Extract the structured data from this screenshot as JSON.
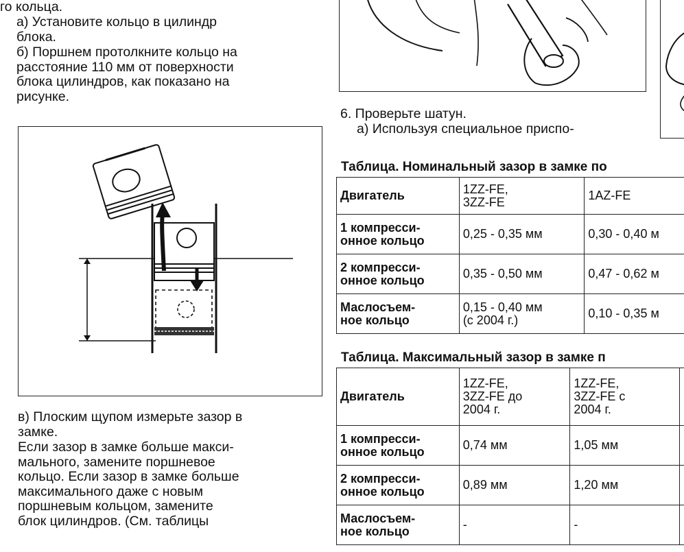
{
  "left_col": {
    "top_fragment": "го кольца.",
    "step_a": [
      "а) Установите кольцо в цилиндр",
      "блока."
    ],
    "step_b": [
      "б) Поршнем протолкните кольцо на",
      "расстояние 110 мм от поверхности",
      "блока цилиндров, как показано на",
      "рисунке."
    ],
    "step_v": [
      "в) Плоским щупом измерьте зазор в",
      "замке."
    ],
    "note": [
      "Если зазор в замке больше макси-",
      "мального, замените поршневое",
      "кольцо. Если зазор в замке больше",
      "максимального даже с новым",
      "поршневым кольцом, замените",
      "блок цилиндров. (См. таблицы"
    ]
  },
  "right_col": {
    "step6": "6. Проверьте шатун.",
    "step6a": "а) Используя специальное приспо-"
  },
  "table1": {
    "caption": "Таблица. Номинальный зазор в замке по",
    "header": {
      "label": "Двигатель",
      "c1": [
        "1ZZ-FE,",
        "3ZZ-FE"
      ],
      "c2": "1AZ-FE"
    },
    "rows": [
      {
        "label": [
          "1 компресси-",
          "онное кольцо"
        ],
        "c1": [
          "0,25 - 0,35 мм"
        ],
        "c2": "0,30 - 0,40 м"
      },
      {
        "label": [
          "2 компресси-",
          "онное кольцо"
        ],
        "c1": [
          "0,35 - 0,50 мм"
        ],
        "c2": "0,47 - 0,62 м"
      },
      {
        "label": [
          "Маслосъем-",
          "ное кольцо"
        ],
        "c1": [
          "0,15 - 0,40 мм",
          "(с 2004 г.)"
        ],
        "c2": "0,10 - 0,35 м"
      }
    ]
  },
  "table2": {
    "caption": "Таблица. Максимальный зазор в замке п",
    "header": {
      "label": "Двигатель",
      "c1": [
        "1ZZ-FE,",
        "3ZZ-FE до",
        "2004 г."
      ],
      "c2": [
        "1ZZ-FE,",
        "3ZZ-FE с",
        "2004 г."
      ]
    },
    "rows": [
      {
        "label": [
          "1 компресси-",
          "онное кольцо"
        ],
        "c1": "0,74 мм",
        "c2": "1,05 мм"
      },
      {
        "label": [
          "2 компресси-",
          "онное кольцо"
        ],
        "c1": "0,89 мм",
        "c2": "1,20 мм"
      },
      {
        "label": [
          "Маслосъем-",
          "ное кольцо"
        ],
        "c1": "-",
        "c2": "-"
      }
    ]
  }
}
